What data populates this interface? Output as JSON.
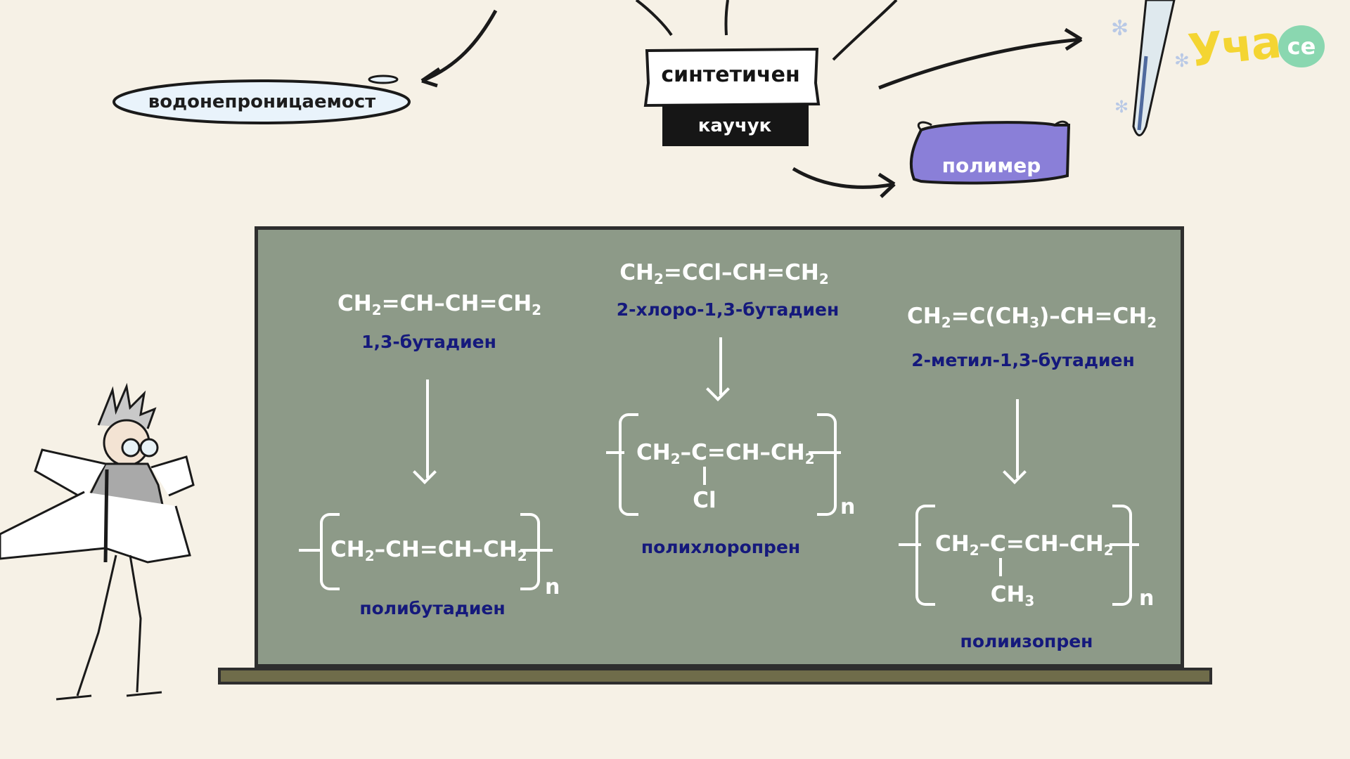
{
  "logo": {
    "text": "Уча",
    "badge": "се",
    "color": "#f4d532"
  },
  "concept_map": {
    "property": "водонепроницаемост",
    "title_top": "синтетичен",
    "title_bottom": "каучук",
    "polymer": "полимер"
  },
  "board": {
    "col1": {
      "monomer_parts": [
        "CH",
        "2",
        "=CH–CH=CH",
        "2"
      ],
      "monomer_name": "1,3-бутадиен",
      "polymer_parts": [
        "CH",
        "2",
        "–CH=CH–CH",
        "2"
      ],
      "n": "n",
      "polymer_name": "полибутадиен"
    },
    "col2": {
      "monomer_parts": [
        "CH",
        "2",
        "=CCl–CH=CH",
        "2"
      ],
      "monomer_name": "2-хлоро-1,3-бутадиен",
      "polymer_parts": [
        "CH",
        "2",
        "–C=CH–CH",
        "2"
      ],
      "substituent": "Cl",
      "n": "n",
      "polymer_name": "полихлоропрен"
    },
    "col3": {
      "monomer_parts": [
        "CH",
        "2",
        "=C(CH",
        "3",
        ")–CH=CH",
        "2"
      ],
      "monomer_name": "2-метил-1,3-бутадиен",
      "polymer_parts": [
        "CH",
        "2",
        "–C=CH–CH",
        "2"
      ],
      "substituent_parts": [
        "CH",
        "3"
      ],
      "n": "n",
      "polymer_name": "полиизопрен"
    }
  },
  "colors": {
    "background": "#f6f1e6",
    "board": "#8d9a88",
    "blue_text": "#15197c",
    "polymer_scroll": "#8a7fd8"
  }
}
